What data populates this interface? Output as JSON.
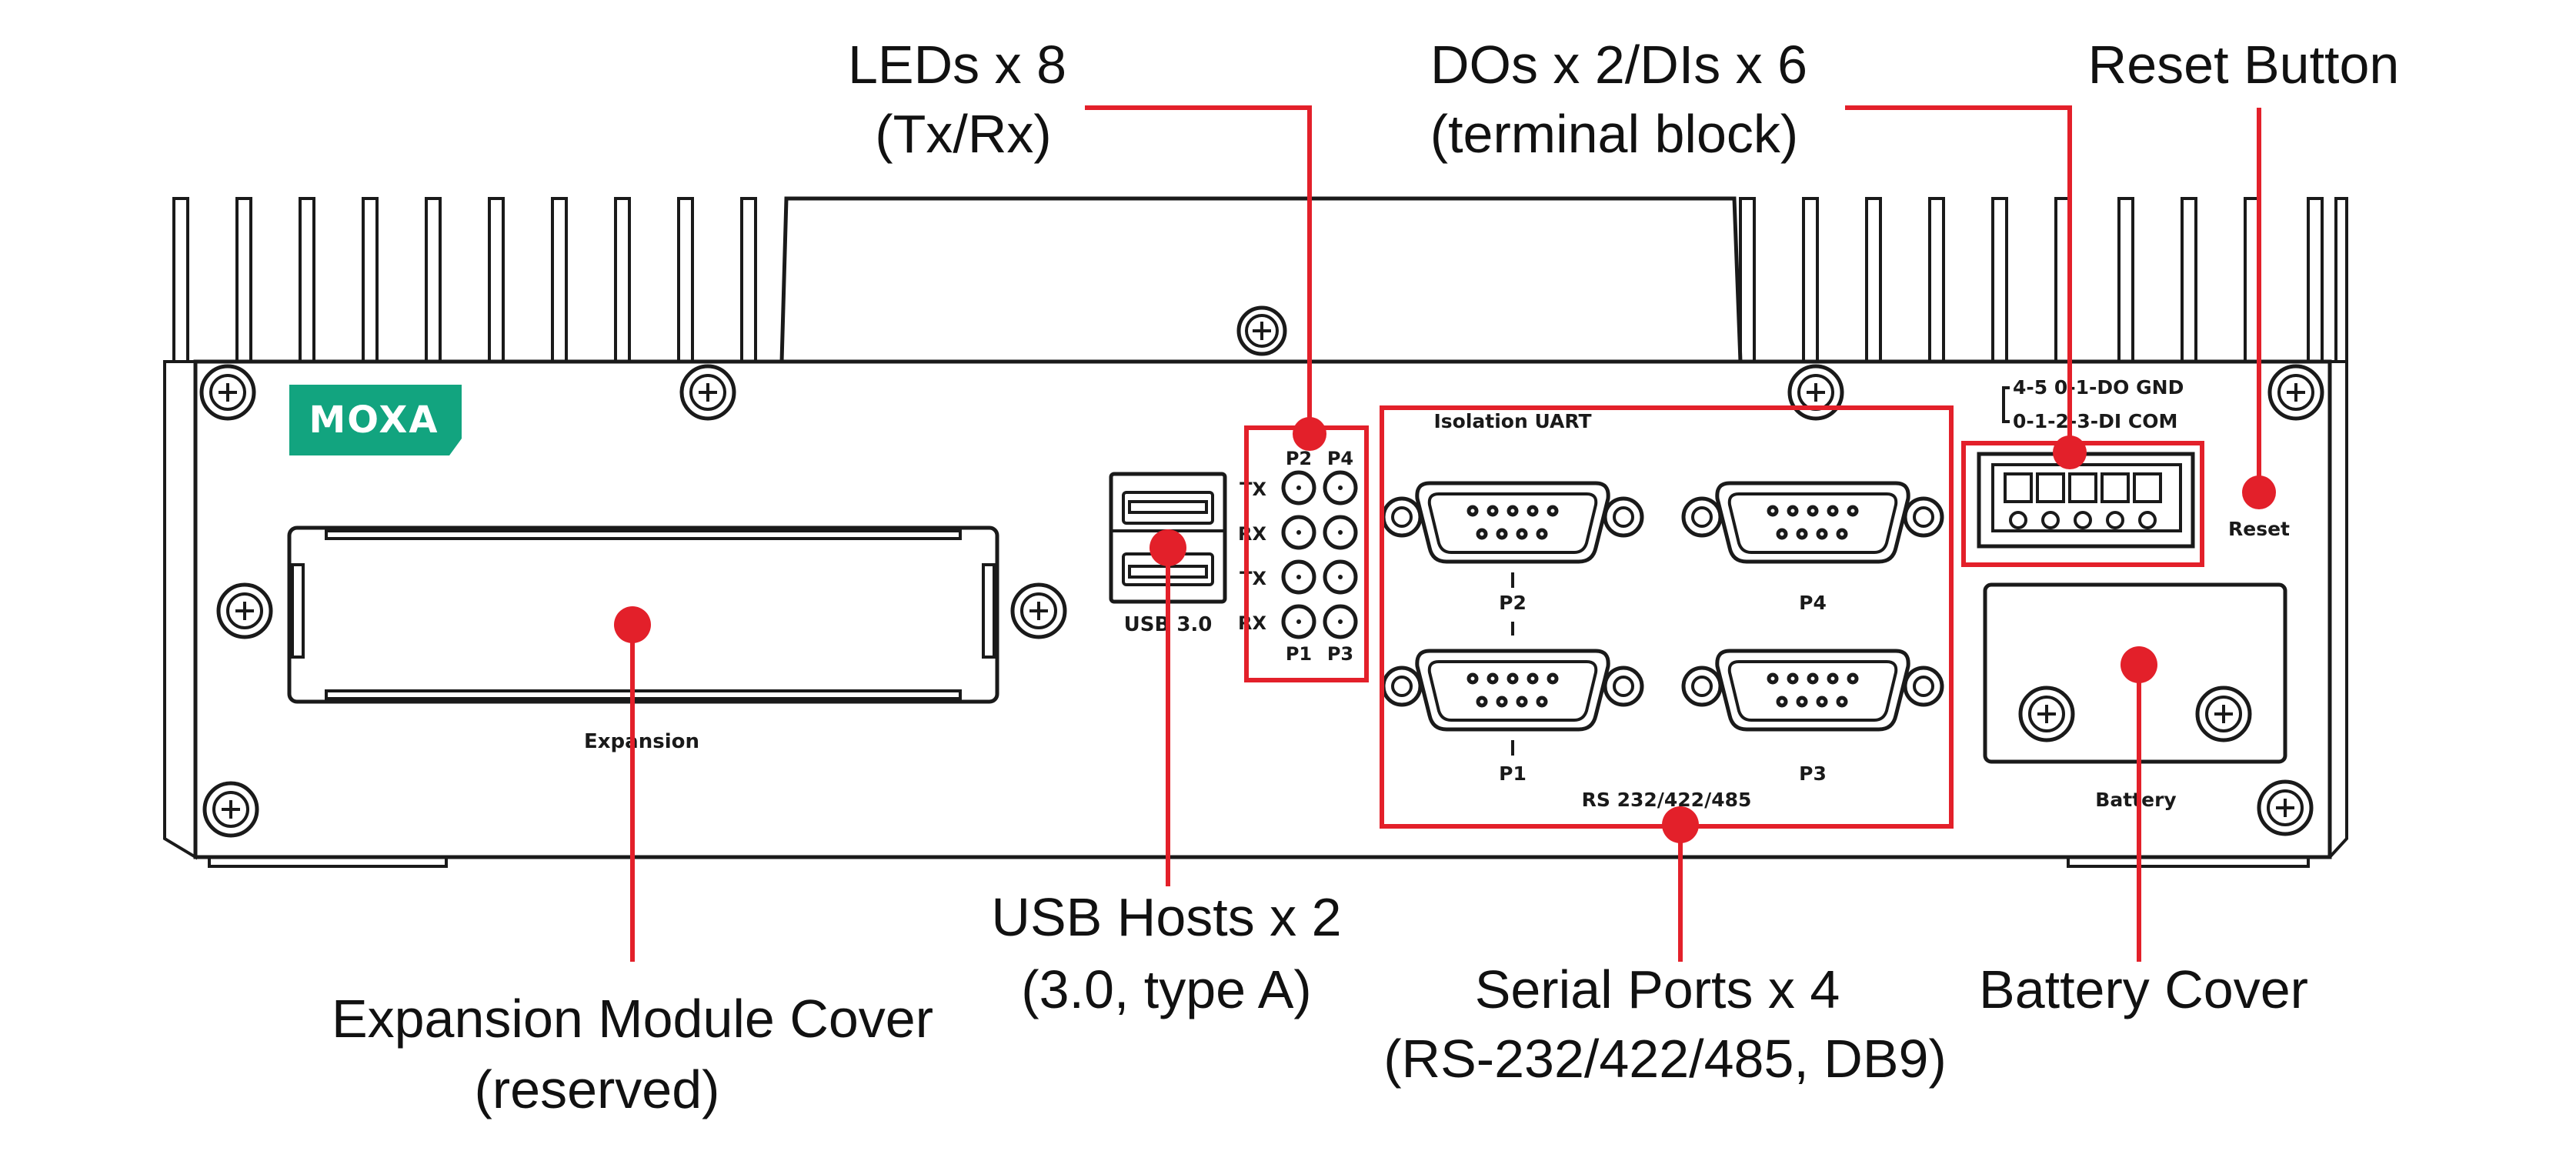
{
  "callouts": {
    "leds": [
      "LEDs x 8",
      "(Tx/Rx)"
    ],
    "dio": [
      "DOs x 2/DIs x 6",
      "(terminal block)"
    ],
    "reset": [
      "Reset Button"
    ],
    "expansion": [
      "Expansion Module Cover",
      "(reserved)"
    ],
    "usb": [
      "USB Hosts x 2",
      "(3.0, type A)"
    ],
    "serial": [
      "Serial Ports x 4",
      "(RS-232/422/485, DB9)"
    ],
    "battery": [
      "Battery Cover"
    ]
  },
  "panel": {
    "logo": "MOXA",
    "expansion_label": "Expansion",
    "usb_label": "USB 3.0",
    "led_ports_top": [
      "P2",
      "P4"
    ],
    "led_ports_bottom": [
      "P1",
      "P3"
    ],
    "led_rows": [
      "TX",
      "RX",
      "TX",
      "RX"
    ],
    "isolation_label": "Isolation UART",
    "serial_ports": [
      "P2",
      "P4",
      "P1",
      "P3"
    ],
    "serial_standard": "RS 232/422/485",
    "dio_top": "4-5  0-1-DO  GND",
    "dio_bottom": "0-1-2-3-DI  COM",
    "reset_label": "Reset",
    "battery_label": "Battery"
  },
  "colors": {
    "callout_red": "#e3202a",
    "moxa_green": "#12a47f",
    "outline": "#1a1a1a"
  }
}
